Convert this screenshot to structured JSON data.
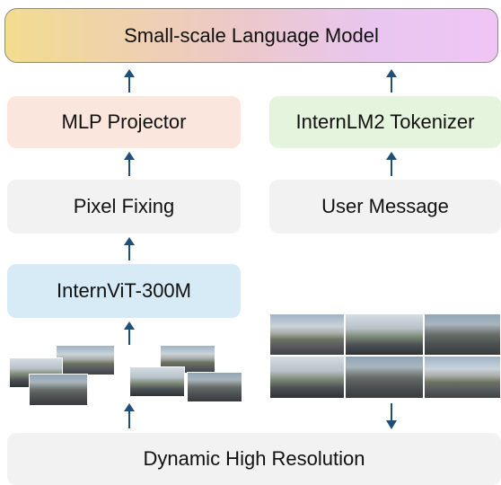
{
  "nodes": {
    "top": "Small-scale Language Model",
    "mlp": "MLP Projector",
    "tokenizer": "InternLM2 Tokenizer",
    "pixel": "Pixel Fixing",
    "user": "User Message",
    "vit": "InternViT-300M",
    "dynamic": "Dynamic High Resolution"
  },
  "colors": {
    "arrow": "#1f4e79"
  }
}
